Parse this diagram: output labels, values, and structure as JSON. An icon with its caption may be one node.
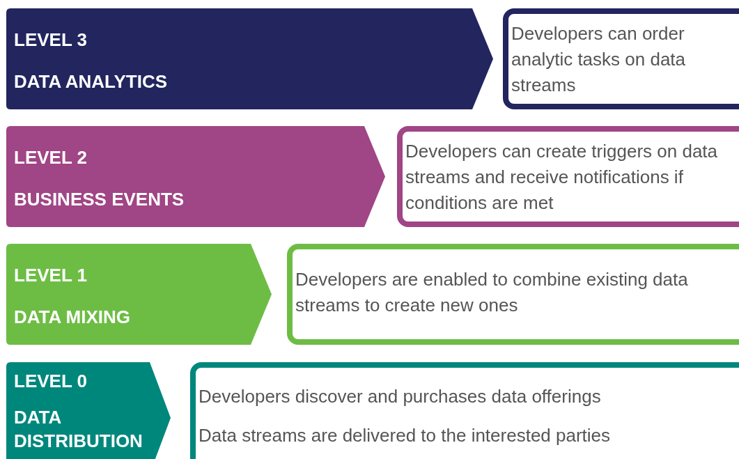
{
  "diagram": {
    "nodes": [
      {
        "text": [
          "LEVEL 3",
          "DATA ANALYTICS"
        ]
      },
      {
        "text": [
          "Developers can order analytic tasks on data streams"
        ]
      },
      {
        "text": [
          "LEVEL 2",
          "BUSINESS EVENTS"
        ]
      },
      {
        "text": [
          "Developers can create triggers on data streams and receive notifications if conditions are met"
        ]
      },
      {
        "text": [
          "LEVEL 1",
          "DATA MIXING"
        ]
      },
      {
        "text": [
          "Developers are enabled to combine existing data streams to create new ones"
        ]
      },
      {
        "text": [
          "LEVEL 0",
          "DATA DISTRIBUTION"
        ]
      },
      {
        "text": [
          "Developers discover and purchases data offerings",
          "Data streams are delivered to the interested parties"
        ]
      }
    ]
  }
}
